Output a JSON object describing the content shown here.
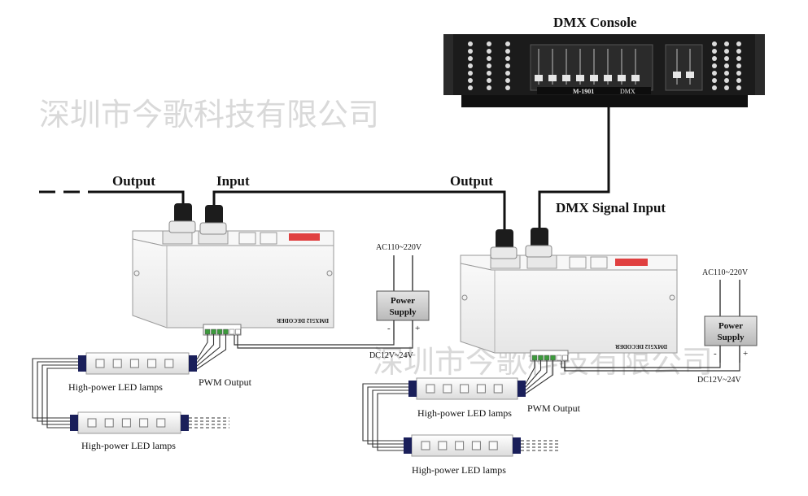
{
  "watermark": {
    "text": "深圳市今歌科技有限公司"
  },
  "console": {
    "title": "DMX Console",
    "brand": "M-1901",
    "model_tag": "DMX"
  },
  "labels": {
    "output_left": "Output",
    "input_left": "Input",
    "output_right": "Output",
    "dmx_signal_input": "DMX Signal Input"
  },
  "decoder": {
    "label": "DMX512 DECODER"
  },
  "power": {
    "line1": "Power",
    "line2": "Supply",
    "ac": "AC110~220V",
    "dc": "DC12V~24V",
    "minus": "-",
    "plus": "+"
  },
  "pwm": {
    "label": "PWM Output"
  },
  "lamps": {
    "label": "High-power LED lamps"
  },
  "colors": {
    "cable": "#111111",
    "decoder_body": "#f3f3f3",
    "decoder_edge": "#9a9a9a",
    "dip_switch": "#e04040",
    "terminal_green": "#3c9a3c",
    "lamp_cap": "#1a1f5a",
    "lamp_body": "#f2f2f2",
    "console_body": "#1b1b1b",
    "power_box": "#cfcfcf"
  }
}
